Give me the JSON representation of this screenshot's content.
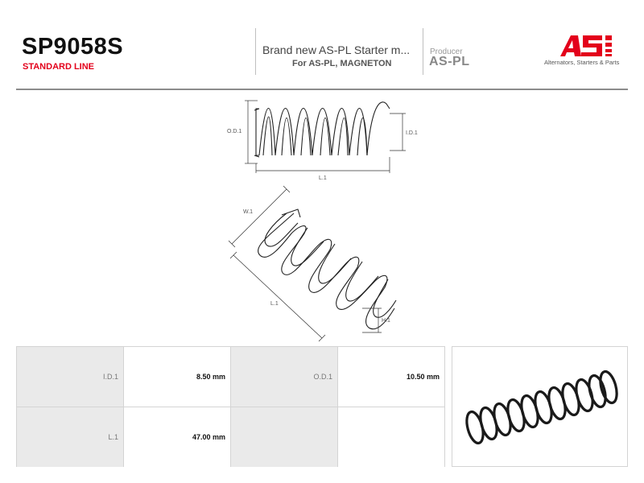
{
  "header": {
    "part_number": "SP9058S",
    "line": "STANDARD LINE",
    "description": "Brand new AS-PL Starter m...",
    "for": "For AS-PL, MAGNETON",
    "producer_label": "Producer",
    "producer": "AS-PL",
    "logo_text": "AS",
    "logo_tagline": "Alternators, Starters & Parts"
  },
  "drawing": {
    "od_label": "O.D.1",
    "id_label": "I.D.1",
    "l_label_top": "L.1",
    "w_label": "W.1",
    "l_label_iso": "L.1",
    "h_label": "H.1"
  },
  "specs": {
    "rows": [
      {
        "label1": "I.D.1",
        "value1": "8.50 mm",
        "label2": "O.D.1",
        "value2": "10.50 mm"
      },
      {
        "label1": "L.1",
        "value1": "47.00 mm",
        "label2": "",
        "value2": ""
      }
    ]
  },
  "colors": {
    "brand_red": "#e3001b",
    "rule": "#8c8c8c",
    "label_bg": "#eaeaea"
  }
}
